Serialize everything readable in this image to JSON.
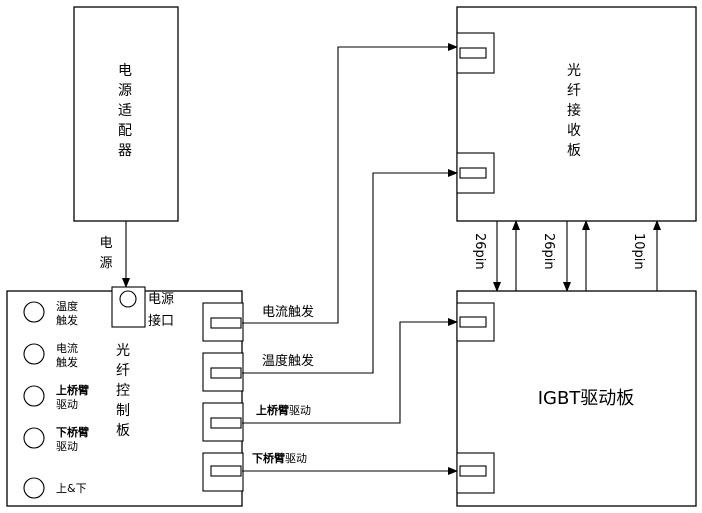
{
  "blocks": {
    "power_adapter": "电源适配器",
    "fiber_receiver": "光纤接收板",
    "fiber_controller": "光纤控制板",
    "igbt_driver": "IGBT驱动板"
  },
  "power_line_label": "电源",
  "power_port_label": "电源接口",
  "indicators": [
    {
      "line1": "温度",
      "line2": "触发"
    },
    {
      "line1": "电流",
      "line2": "触发"
    },
    {
      "line1": "上桥臂",
      "line2": "驱动"
    },
    {
      "line1": "下桥臂",
      "line2": "驱动"
    },
    {
      "line1": "上&下",
      "line2": ""
    }
  ],
  "signals": {
    "current_trigger": "电流触发",
    "temp_trigger": "温度触发",
    "upper_drive_bold": "上桥臂",
    "upper_drive_rest": "驱动",
    "lower_drive_bold": "下桥臂",
    "lower_drive_rest": "驱动"
  },
  "buses": [
    "26pin",
    "26pin",
    "10pin"
  ]
}
